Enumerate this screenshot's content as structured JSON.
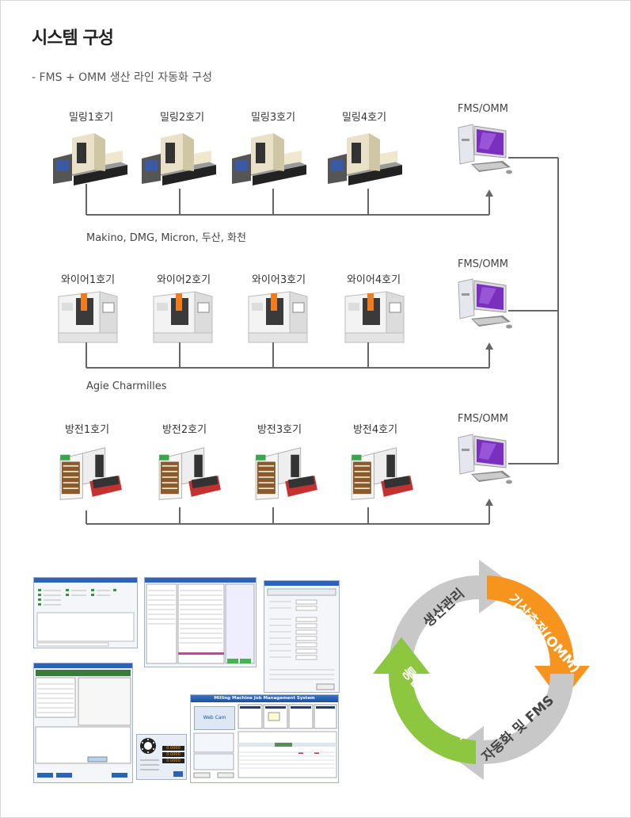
{
  "title": "시스템 구성",
  "subtitle": "- FMS + OMM 생산 라인 자동화 구성",
  "rows": [
    {
      "machines": [
        "밀링1호기",
        "밀링2호기",
        "밀링3호기",
        "밀링4호기"
      ],
      "fms": "FMS/OMM",
      "vendor": "Makino, DMG, Micron, 두산, 화천"
    },
    {
      "machines": [
        "와이어1호기",
        "와이어2호기",
        "와이어3호기",
        "와이어4호기"
      ],
      "fms": "FMS/OMM",
      "vendor": "Agie Charmilles"
    },
    {
      "machines": [
        "방전1호기",
        "방전2호기",
        "방전3호기",
        "방전4호기"
      ],
      "fms": "FMS/OMM",
      "vendor": ""
    }
  ],
  "cycle": {
    "stages": [
      "생산관리",
      "기상측정(OMM)",
      "자동화 및 FMS",
      "통합시스템 연계"
    ],
    "colors": {
      "gray": "#c8c8c8",
      "orange": "#f7941d",
      "green": "#8dc63f"
    }
  },
  "screenshots": {
    "milling_window_title": "Milling Machine Job Management System",
    "web_cam": "Web Cam",
    "value_1": "0.0000",
    "value_2": "0.0000",
    "value_3": "0.0000"
  }
}
